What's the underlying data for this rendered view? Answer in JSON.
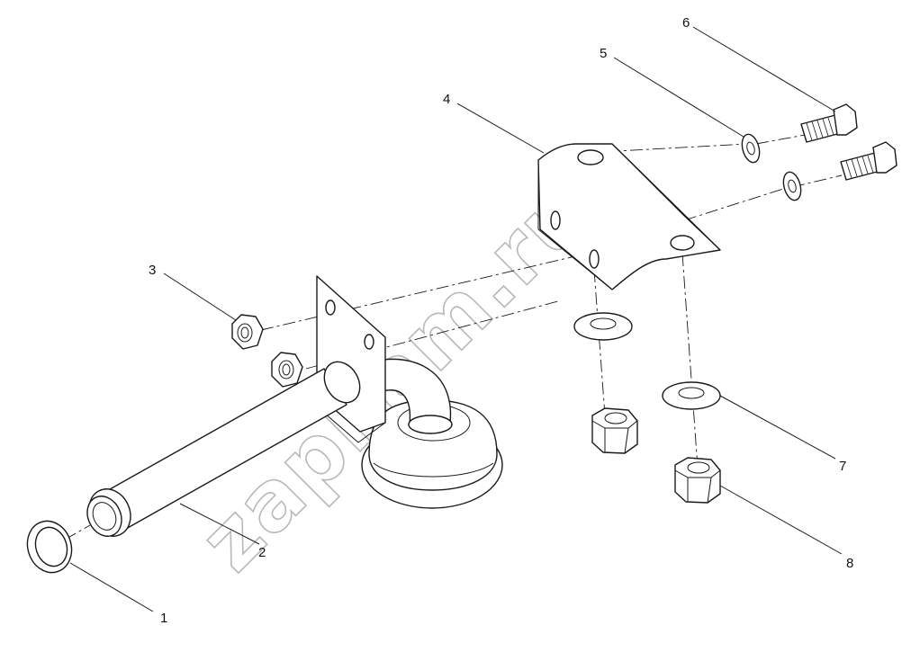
{
  "diagram": {
    "watermark": "zapkam.ru",
    "callouts": [
      {
        "id": "1",
        "label": "1"
      },
      {
        "id": "2",
        "label": "2"
      },
      {
        "id": "3",
        "label": "3"
      },
      {
        "id": "4",
        "label": "4"
      },
      {
        "id": "5",
        "label": "5"
      },
      {
        "id": "6",
        "label": "6"
      },
      {
        "id": "7",
        "label": "7"
      },
      {
        "id": "8",
        "label": "8"
      }
    ]
  }
}
